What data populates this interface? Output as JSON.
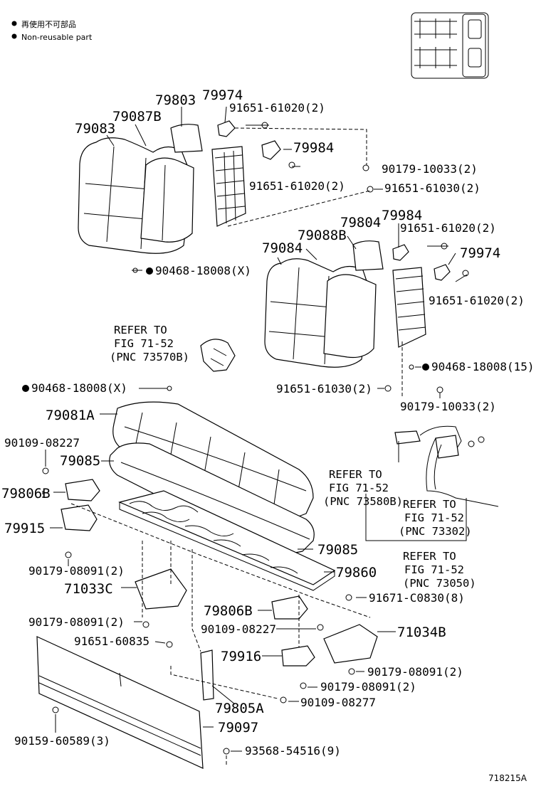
{
  "legend": {
    "line1": "再使用不可部品",
    "line2": "Non-reusable part"
  },
  "labels": {
    "p79803": "79803",
    "p79974a": "79974",
    "p79087b": "79087B",
    "p79083": "79083",
    "p91651_61020_a": "91651-61020(2)",
    "p79984a": "79984",
    "p90179_10033_a": "90179-10033(2)",
    "p91651_61020_b": "91651-61020(2)",
    "p91651_61030_a": "91651-61030(2)",
    "p79804": "79804",
    "p79984b": "79984",
    "p79088b": "79088B",
    "p91651_61020_c": "91651-61020(2)",
    "p79084": "79084",
    "p79974b": "79974",
    "p90468_18008_a": "90468-18008(X)",
    "p91651_61020_d": "91651-61020(2)",
    "p90468_18008_15": "90468-18008(15)",
    "p90468_18008_b": "90468-18008(X)",
    "p91651_61030_b": "91651-61030(2)",
    "p90179_10033_b": "90179-10033(2)",
    "p79081a": "79081A",
    "p90109_08227_a": "90109-08227",
    "p79085a": "79085",
    "p79806b_a": "79806B",
    "p79915": "79915",
    "p79085b": "79085",
    "p90179_08091_a": "90179-08091(2)",
    "p79860": "79860",
    "p71033c": "71033C",
    "p91671_c0830": "91671-C0830(8)",
    "p79806b_b": "79806B",
    "p90179_08091_b": "90179-08091(2)",
    "p71034b": "71034B",
    "p90109_08227_b": "90109-08227",
    "p91651_60835": "91651-60835",
    "p79916": "79916",
    "p90179_08091_c": "90179-08091(2)",
    "p90179_08091_d": "90179-08091(2)",
    "p79805a": "79805A",
    "p90109_08277": "90109-08277",
    "p79097": "79097",
    "p90159_60589": "90159-60589(3)",
    "p93568_54516": "93568-54516(9)"
  },
  "refs": {
    "r1": {
      "line1": "REFER TO",
      "line2": "FIG 71-52",
      "line3": "(PNC 73570B)"
    },
    "r2": {
      "line1": "REFER TO",
      "line2": "FIG 71-52",
      "line3": "(PNC 73580B)"
    },
    "r3": {
      "line1": "REFER TO",
      "line2": "FIG 71-52",
      "line3": "(PNC 73302)"
    },
    "r4": {
      "line1": "REFER TO",
      "line2": "FIG 71-52",
      "line3": "(PNC 73050)"
    }
  },
  "footer": {
    "code": "718215A"
  }
}
